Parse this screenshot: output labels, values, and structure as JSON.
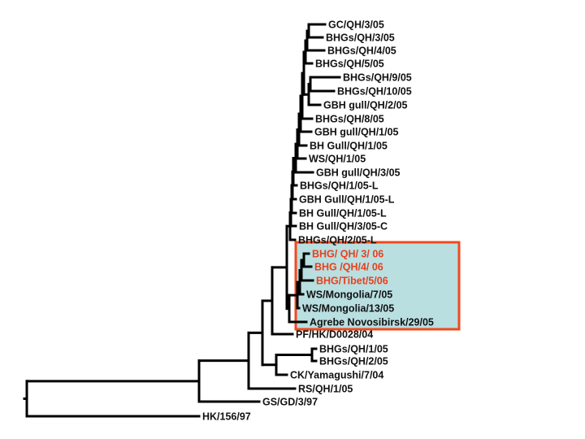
{
  "colors": {
    "branch": "#000000",
    "label": "#111111",
    "highlight_label": "#e8401c",
    "highlight_fill": "#b9dfe1",
    "highlight_border": "#f04a1d"
  },
  "tree": {
    "leaves": [
      {
        "id": "gc-qh-3-05",
        "label": "GC/QH/3/05",
        "highlight": false
      },
      {
        "id": "bhgs-qh-3-05",
        "label": "BHGs/QH/3/05",
        "highlight": false
      },
      {
        "id": "bhgs-qh-4-05",
        "label": "BHGs/QH/4/05",
        "highlight": false
      },
      {
        "id": "bhgs-qh-5-05",
        "label": "BHGs/QH/5/05",
        "highlight": false
      },
      {
        "id": "bhgs-qh-9-05",
        "label": "BHGs/QH/9/05",
        "highlight": false
      },
      {
        "id": "bhgs-qh-10-05",
        "label": "BHGs/QH/10/05",
        "highlight": false
      },
      {
        "id": "gbh-gull-qh-2-05",
        "label": "GBH gull/QH/2/05",
        "highlight": false
      },
      {
        "id": "bhgs-qh-8-05",
        "label": "BHGs/QH/8/05",
        "highlight": false
      },
      {
        "id": "gbh-gull-qh-1-05",
        "label": "GBH gull/QH/1/05",
        "highlight": false
      },
      {
        "id": "bh-gull-qh-1-05",
        "label": "BH Gull/QH/1/05",
        "highlight": false
      },
      {
        "id": "ws-qh-1-05",
        "label": "WS/QH/1/05",
        "highlight": false
      },
      {
        "id": "gbh-gull-qh-3-05",
        "label": "GBH gull/QH/3/05",
        "highlight": false
      },
      {
        "id": "bhgs-qh-1-05-l",
        "label": "BHGs/QH/1/05-L",
        "highlight": false
      },
      {
        "id": "gbh-gull-qh-1-05-l",
        "label": "GBH Gull/QH/1/05-L",
        "highlight": false
      },
      {
        "id": "bh-gull-qh-1-05-l",
        "label": "BH Gull/QH/1/05-L",
        "highlight": false
      },
      {
        "id": "bh-gull-qh-3-05-c",
        "label": "BH Gull/QH/3/05-C",
        "highlight": false
      },
      {
        "id": "bhgs-qh-2-05-l",
        "label": "BHGs/QH/2/05-L",
        "highlight": false
      },
      {
        "id": "bhg-qh-3-06",
        "label": "BHG/ QH/ 3/ 06",
        "highlight": true
      },
      {
        "id": "bhg-qh-4-06",
        "label": "BHG /QH/4/ 06",
        "highlight": true
      },
      {
        "id": "bhg-tibet-5-06",
        "label": "BHG/Tibet/5/06",
        "highlight": true
      },
      {
        "id": "ws-mongolia-7-05",
        "label": "WS/Mongolia/7/05",
        "highlight": false
      },
      {
        "id": "ws-mongolia-13-05",
        "label": "WS/Mongolia/13/05",
        "highlight": false
      },
      {
        "id": "agrebe-novosibirsk-29-05",
        "label": "Agrebe Novosibirsk/29/05",
        "highlight": false
      },
      {
        "id": "pf-hk-d0028-04",
        "label": "PF/HK/D0028/04",
        "highlight": false
      },
      {
        "id": "bhgs-qh-1-05",
        "label": "BHGs/QH/1/05",
        "highlight": false
      },
      {
        "id": "bhgs-qh-2-05",
        "label": "BHGs/QH/2/05",
        "highlight": false
      },
      {
        "id": "ck-yamagushi-7-04",
        "label": "CK/Yamagushi/7/04",
        "highlight": false
      },
      {
        "id": "rs-qh-1-05",
        "label": "RS/QH/1/05",
        "highlight": false
      },
      {
        "id": "gs-gd-3-97",
        "label": "GS/GD/3/97",
        "highlight": false
      },
      {
        "id": "hk-156-97",
        "label": "HK/156/97",
        "highlight": false
      }
    ]
  }
}
